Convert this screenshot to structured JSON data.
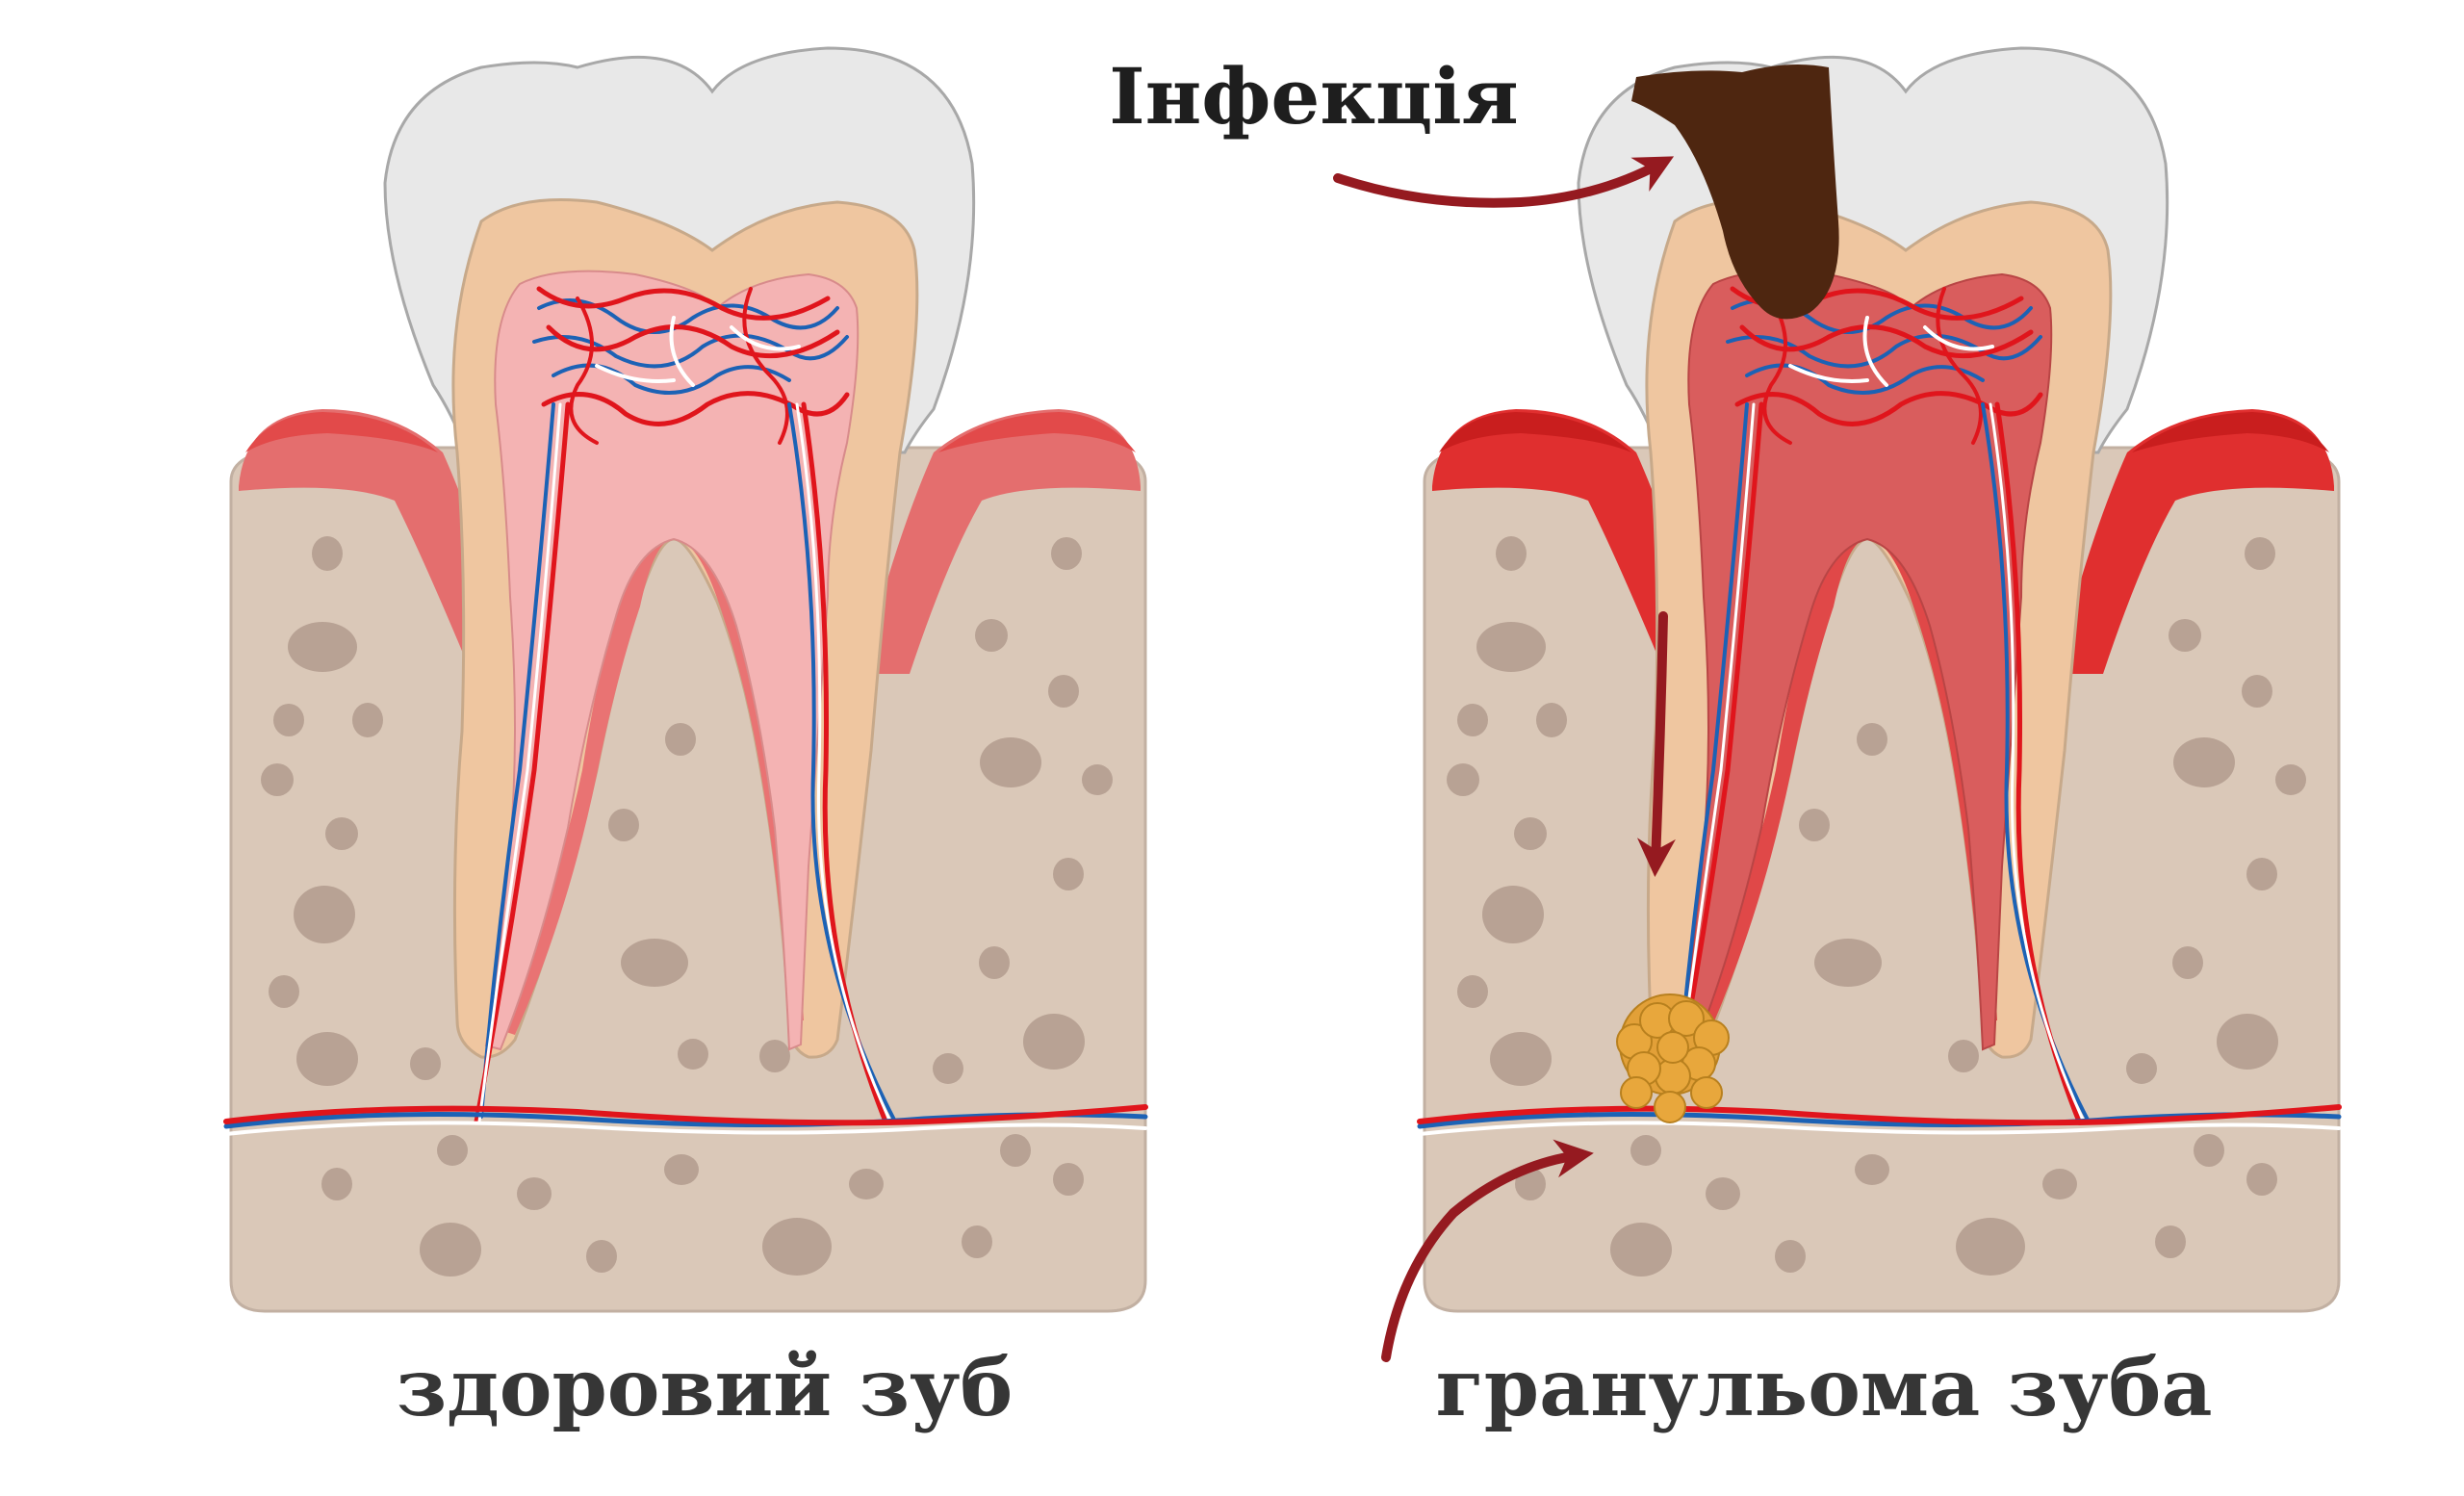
{
  "labels": {
    "infection": "Інфекція",
    "healthy": "здоровий зуб",
    "granuloma": "гранульома зуба"
  },
  "colors": {
    "background": "#ffffff",
    "enamel": "#e8e8e8",
    "dentin": "#efc6a0",
    "pulp_healthy": "#f4b3b3",
    "pulp_infected": "#d95d5d",
    "gum_healthy": "#e46e6e",
    "gum_infected": "#e02f2f",
    "bone": "#dac8b8",
    "bone_spots": "#b8a294",
    "artery": "#e0151c",
    "vein": "#1c62b5",
    "nerve": "#ffffff",
    "decay": "#4e2610",
    "granuloma": "#e8a73c",
    "arrow": "#951a20",
    "label_text": "#363636"
  }
}
